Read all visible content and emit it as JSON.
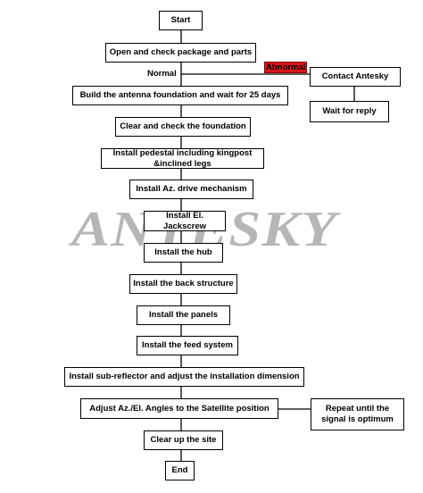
{
  "watermark": "ANTESKY",
  "labels": {
    "normal": "Normal",
    "abnormal": "Abnormal"
  },
  "steps": [
    "Start",
    "Open and check package and parts",
    "Build the antenna foundation and wait for 25 days",
    "Clear and check the foundation",
    "Install pedestal including kingpost &inclined legs",
    "Install Az. drive mechanism",
    "Install El. Jackscrew",
    "Install the hub",
    "Install the back structure",
    "Install the panels",
    "Install the feed system",
    "Install sub-reflector and adjust the installation dimension",
    "Adjust Az./El. Angles to the Satellite position",
    "Clear up the site",
    "End"
  ],
  "side_boxes": {
    "contact": "Contact Antesky",
    "wait": "Wait for reply",
    "repeat": "Repeat until the signal is optimum"
  }
}
